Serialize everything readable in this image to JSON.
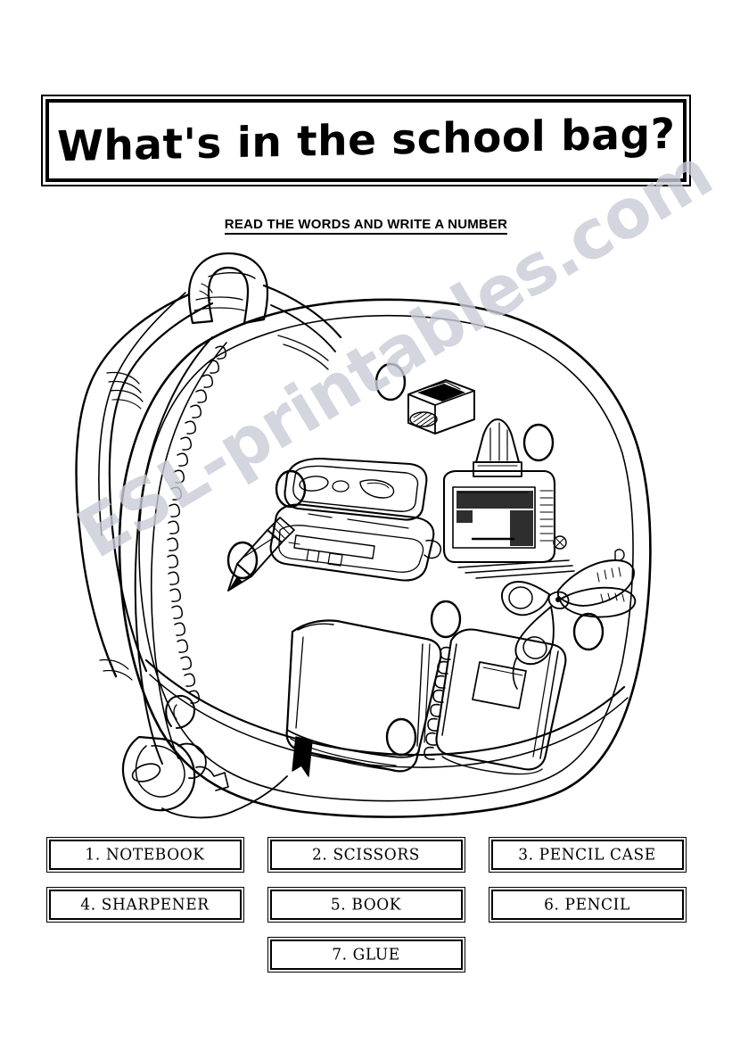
{
  "page": {
    "title": "What's in the school bag?",
    "instruction": "READ THE WORDS AND WRITE A NUMBER",
    "watermark": "ESL-printables.com",
    "background_color": "#ffffff",
    "ink_color": "#000000",
    "watermark_color": "#c9ccd6"
  },
  "illustration": {
    "name": "school-backpack-with-supplies",
    "description": "Line drawing of an open-front school backpack with zipper, shoulder straps, top handle and zipper pull; seven school supply items are drawn on the bag face, each with an empty oval for writing a number.",
    "parts": [
      "backpack-body",
      "backpack-zipper",
      "backpack-straps",
      "backpack-handle",
      "zipper-pull"
    ],
    "items": [
      {
        "id": "sharpener",
        "label": "sharpener",
        "circle_number": ""
      },
      {
        "id": "pencil-case",
        "label": "pencil case",
        "circle_number": ""
      },
      {
        "id": "glue",
        "label": "glue",
        "circle_number": ""
      },
      {
        "id": "pencil",
        "label": "pencil",
        "circle_number": ""
      },
      {
        "id": "scissors",
        "label": "scissors",
        "circle_number": ""
      },
      {
        "id": "book",
        "label": "book",
        "circle_number": ""
      },
      {
        "id": "notebook",
        "label": "notebook",
        "circle_number": ""
      }
    ],
    "answer_circle_count": 7
  },
  "word_bank": {
    "rows": [
      [
        {
          "number": "1.",
          "word": "NOTEBOOK",
          "text": "1.  NOTEBOOK"
        },
        {
          "number": "2.",
          "word": "SCISSORS",
          "text": "2. SCISSORS"
        },
        {
          "number": "3.",
          "word": "PENCIL CASE",
          "text": "3. PENCIL CASE"
        }
      ],
      [
        {
          "number": "4.",
          "word": "SHARPENER",
          "text": "4. SHARPENER"
        },
        {
          "number": "5.",
          "word": "BOOK",
          "text": "5. BOOK"
        },
        {
          "number": "6.",
          "word": "PENCIL",
          "text": "6. PENCIL"
        }
      ],
      [
        {
          "number": "7.",
          "word": "GLUE",
          "text": "7. GLUE"
        }
      ]
    ]
  }
}
